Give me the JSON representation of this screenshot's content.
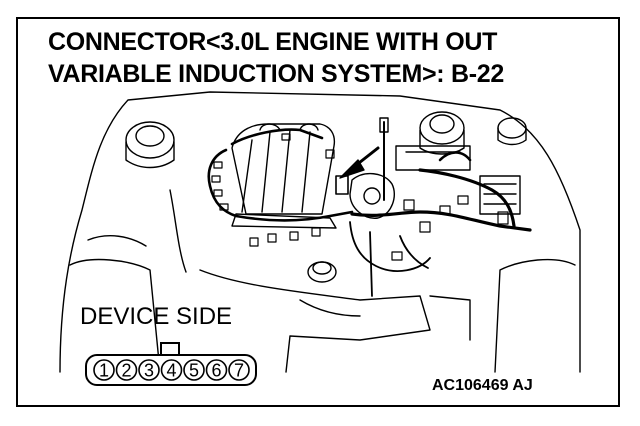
{
  "title": {
    "line1": "CONNECTOR<3.0L ENGINE WITH OUT",
    "line2": "VARIABLE INDUCTION SYSTEM>: B-22"
  },
  "device_side_label": "DEVICE SIDE",
  "connector": {
    "pins": [
      "1",
      "2",
      "3",
      "4",
      "5",
      "6",
      "7"
    ]
  },
  "figure_reference": "AC106469 AJ"
}
